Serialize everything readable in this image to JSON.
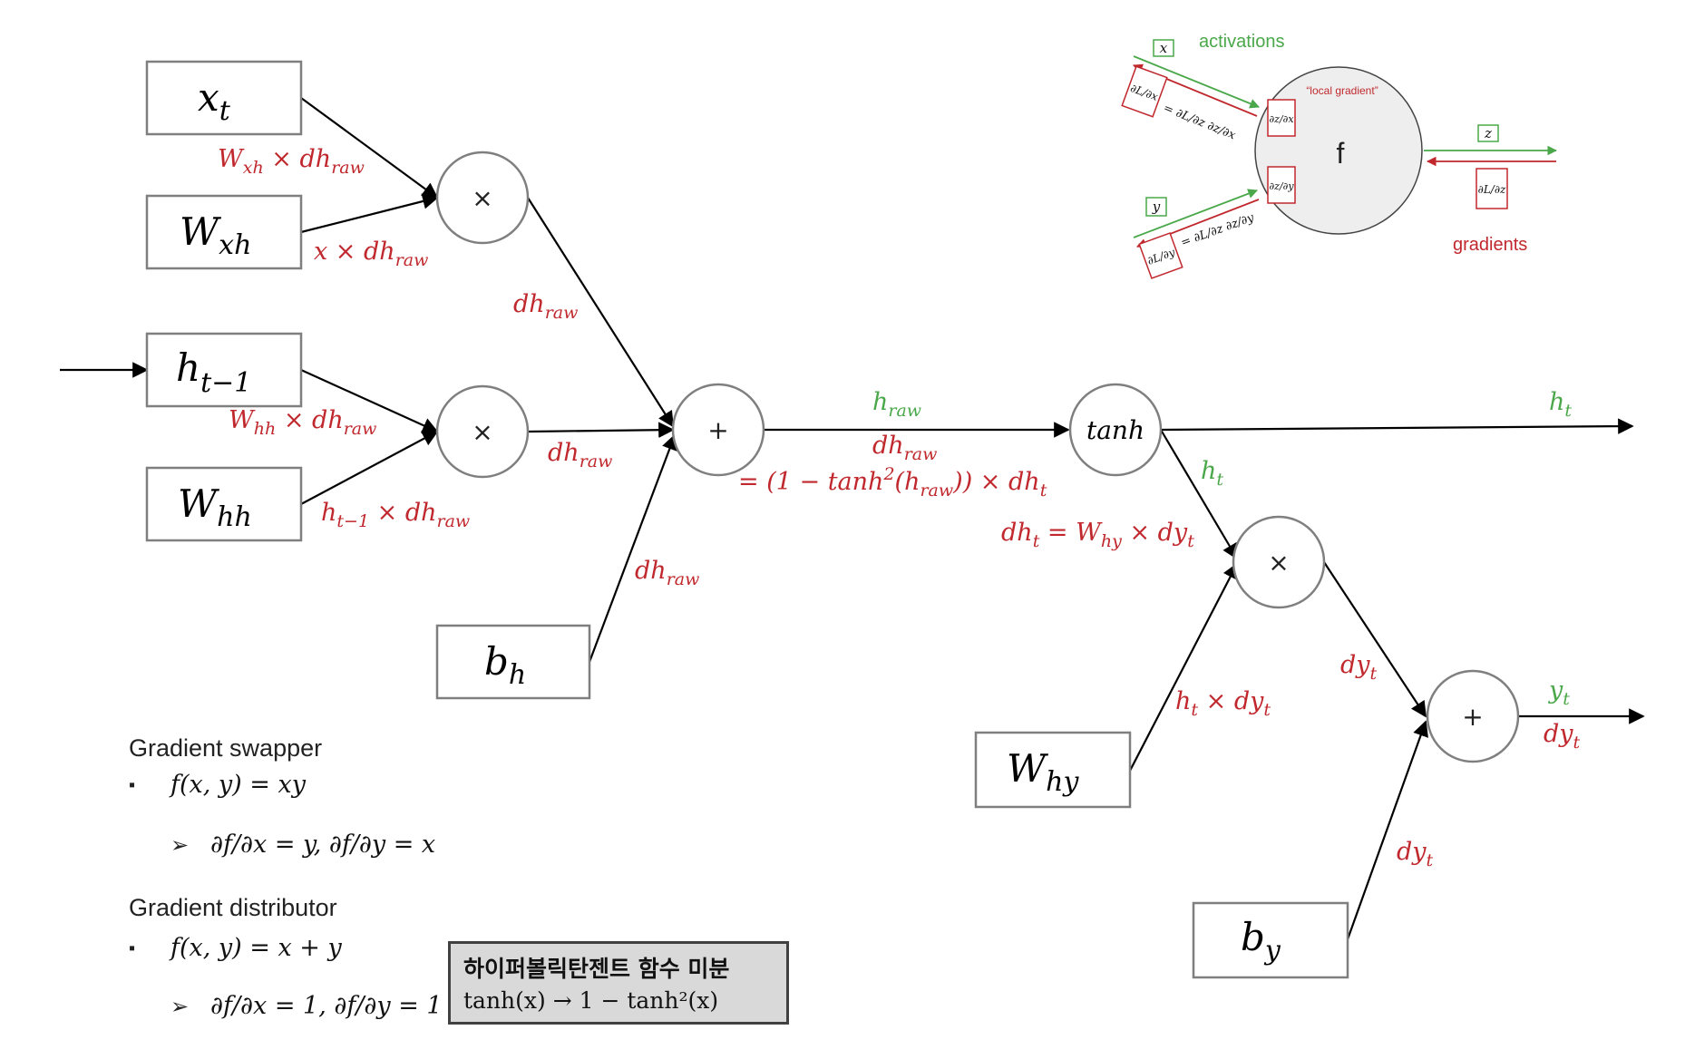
{
  "input_boxes": {
    "xt": {
      "base": "x",
      "sub": "t"
    },
    "wxh": {
      "base": "W",
      "sub": "xh"
    },
    "ht1": {
      "base": "h",
      "sub": "t−1"
    },
    "whh": {
      "base": "W",
      "sub": "hh"
    },
    "bh": {
      "base": "b",
      "sub": "h"
    },
    "why": {
      "base": "W",
      "sub": "hy"
    },
    "by": {
      "base": "b",
      "sub": "y"
    }
  },
  "nodes": {
    "mul1": "×",
    "mul2": "×",
    "add1": "+",
    "tanh": "tanh",
    "mul3": "×",
    "add2": "+"
  },
  "edge_labels": {
    "wxh_dhraw": {
      "a": "W",
      "a_sub": "xh",
      "b": " × dh",
      "b_sub": "raw"
    },
    "x_dhraw": {
      "a": "x × dh",
      "a_sub": "raw"
    },
    "dhraw_top": {
      "a": "dh",
      "a_sub": "raw"
    },
    "whh_dhraw": {
      "a": "W",
      "a_sub": "hh",
      "b": " × dh",
      "b_sub": "raw"
    },
    "ht1_dhraw": {
      "a": "h",
      "a_sub": "t−1",
      "b": " × dh",
      "b_sub": "raw"
    },
    "dhraw_mid": {
      "a": "dh",
      "a_sub": "raw"
    },
    "dhraw_bottom": {
      "a": "dh",
      "a_sub": "raw"
    },
    "hraw": {
      "a": "h",
      "a_sub": "raw"
    },
    "dhraw_center": {
      "a": "dh",
      "a_sub": "raw"
    },
    "tanh_deriv": {
      "a": "= (1 − tanh",
      "sup": "2",
      "b": "(h",
      "b_sub": "raw",
      "c": ")) × dh",
      "c_sub": "t"
    },
    "ht_out": {
      "a": "h",
      "a_sub": "t"
    },
    "ht_down": {
      "a": "h",
      "a_sub": "t"
    },
    "dht_eq": {
      "a": "dh",
      "a_sub": "t",
      "b": " = W",
      "b_sub": "hy",
      "c": " × dy",
      "c_sub": "t"
    },
    "ht_dyt": {
      "a": "h",
      "a_sub": "t",
      "b": " × dy",
      "b_sub": "t"
    },
    "dyt_1": {
      "a": "dy",
      "a_sub": "t"
    },
    "yt_out": {
      "a": "y",
      "a_sub": "t"
    },
    "dyt_out": {
      "a": "dy",
      "a_sub": "t"
    },
    "dyt_2": {
      "a": "dy",
      "a_sub": "t"
    }
  },
  "inset": {
    "activations": "activations",
    "gradients": "gradients",
    "local_gradient": "“local gradient”",
    "f": "f",
    "x": "x",
    "y": "y",
    "z": "z",
    "dL_dz_dz_dx": "= ∂L/∂z ∂z/∂x",
    "dL_dz_dz_dy": "= ∂L/∂z ∂z/∂y",
    "dLdx": "∂L/∂x",
    "dLdy": "∂L/∂y",
    "dLdz": "∂L/∂z",
    "dzdx": "∂z/∂x",
    "dzdy": "∂z/∂y"
  },
  "rules": {
    "swapper_title": "Gradient swapper",
    "swapper_fn": "f(x, y) = xy",
    "swapper_deriv": "∂f/∂x = y,  ∂f/∂y = x",
    "distributor_title": "Gradient distributor",
    "distributor_fn": "f(x, y) = x + y",
    "distributor_deriv": "∂f/∂x = 1,  ∂f/∂y = 1",
    "bullet": "▪",
    "arrow": "➢"
  },
  "note": {
    "title": "하이퍼볼릭탄젠트 함수 미분",
    "formula": "tanh(x) → 1 − tanh²(x)"
  },
  "colors": {
    "red": "#c0282d",
    "green": "#4aa84a",
    "box_border": "#7f7f7f",
    "note_bg": "#d9d9d9"
  }
}
